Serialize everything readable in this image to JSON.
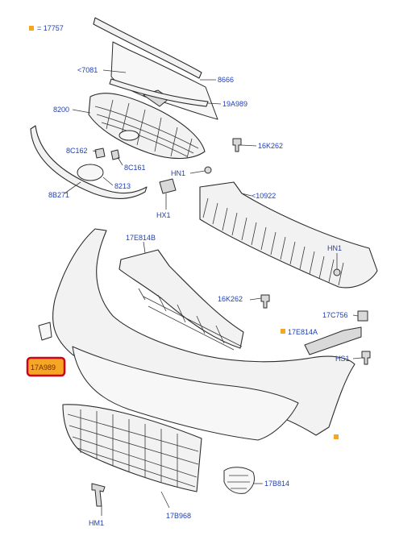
{
  "colors": {
    "label": "#1f3fb5",
    "marker": "#f5a623",
    "highlight_fill": "#f5a623",
    "highlight_border": "#d0021b"
  },
  "legend": {
    "marker_label": "= 17757"
  },
  "labels": {
    "p7081": "<7081",
    "p8666": "8666",
    "p8200": "8200",
    "p19A989": "19A989",
    "p16K262_top": "16K262",
    "p8C162": "8C162",
    "p8C161": "8C161",
    "pHN1_top": "HN1",
    "p8213": "8213",
    "p10922": "<10922",
    "p8B271": "8B271",
    "pHX1": "HX1",
    "p17E814B": "17E814B",
    "pHN1_right": "HN1",
    "p16K262_mid": "16K262",
    "p17C756": "17C756",
    "p17E814A": "17E814A",
    "p17A989": "17A989",
    "pHS1": "HS1",
    "pHM1": "HM1",
    "p17B968": "17B968",
    "p17B814": "17B814"
  }
}
